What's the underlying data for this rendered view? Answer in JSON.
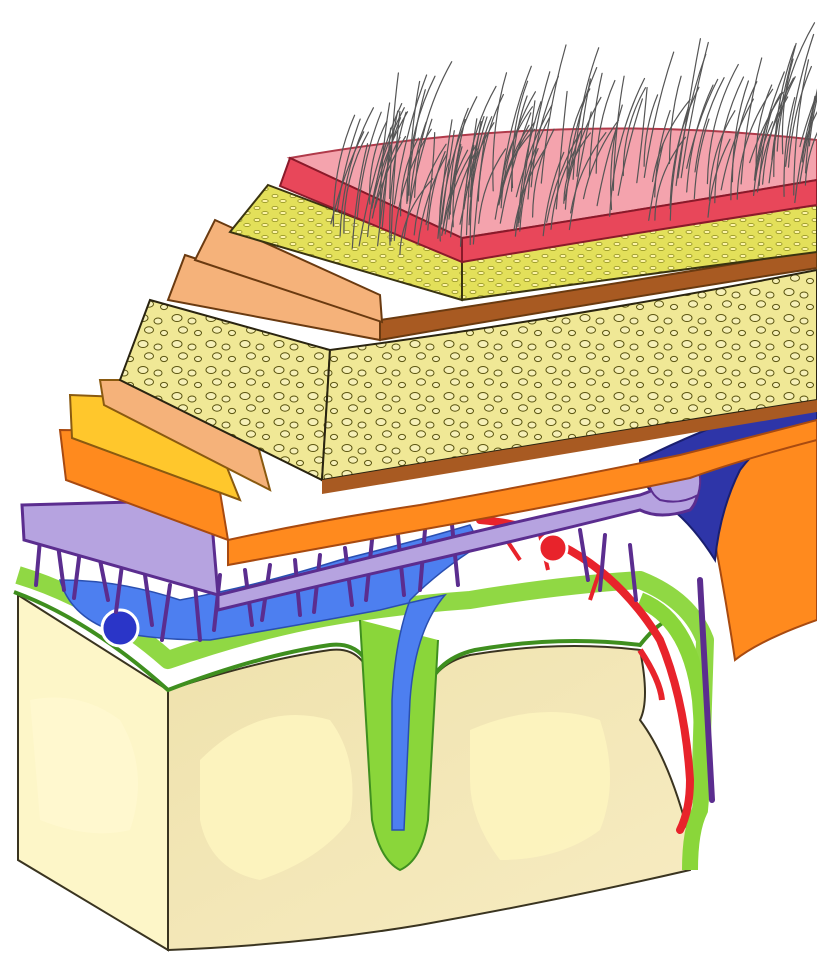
{
  "diagram": {
    "colors": {
      "background": "#ffffff",
      "skin": "#f4a3ad",
      "skin_edge": "#e8475a",
      "dense_tissue": "#e3e05a",
      "fat_dots": "#8a8a1a",
      "aponeurosis": "#f5b27a",
      "aponeurosis_edge": "#a85a22",
      "bone_marrow": "#f0e896",
      "inner_table": "#ffc72c",
      "dura": "#ff8a1e",
      "dura_edge": "#a84a10",
      "arachnoid": "#b6a3e0",
      "arachnoid_edge": "#5b2d8f",
      "subarachnoid_space": "#4d7ff0",
      "sinus": "#2e35a8",
      "pia": "#8ad63a",
      "pia_edge": "#3f8f1f",
      "artery": "#e8232b",
      "cortex": "#f2e6b4",
      "white_matter": "#fdf6c8",
      "hair": "#555555"
    },
    "regions": [
      {
        "id": "hair",
        "icon": "hair-strands"
      },
      {
        "id": "skin",
        "icon": "skin-layer"
      },
      {
        "id": "connective-tissue",
        "icon": "dense-tissue-layer"
      },
      {
        "id": "aponeurosis",
        "icon": "band-layer"
      },
      {
        "id": "loose-tissue",
        "icon": "band-layer"
      },
      {
        "id": "pericranium",
        "icon": "band-layer"
      },
      {
        "id": "skull-diploe",
        "icon": "bone-layer"
      },
      {
        "id": "inner-table",
        "icon": "band-layer"
      },
      {
        "id": "dura-mater",
        "icon": "membrane-layer"
      },
      {
        "id": "superior-sagittal-sinus",
        "icon": "vessel"
      },
      {
        "id": "arachnoid-mater",
        "icon": "membrane-layer"
      },
      {
        "id": "subarachnoid-space",
        "icon": "csf-space"
      },
      {
        "id": "pia-mater",
        "icon": "membrane-layer"
      },
      {
        "id": "vein",
        "icon": "vessel"
      },
      {
        "id": "artery",
        "icon": "vessel"
      },
      {
        "id": "cerebral-cortex",
        "icon": "brain-tissue"
      }
    ]
  }
}
